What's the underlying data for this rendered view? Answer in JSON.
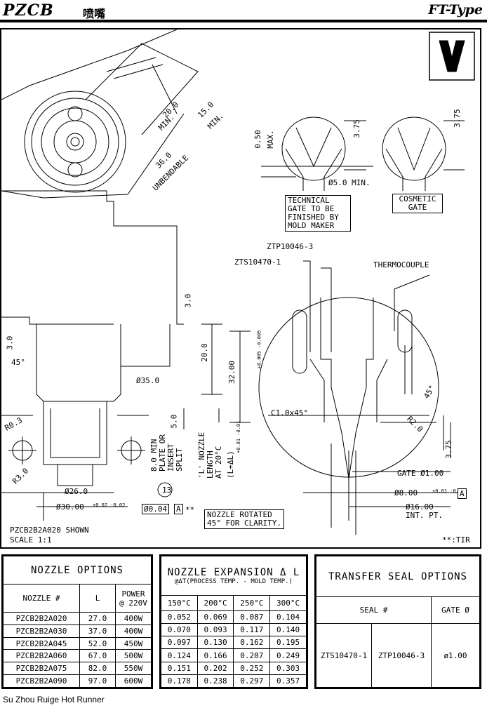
{
  "header": {
    "brand": "PZCB",
    "brand_cn": "喷嘴",
    "type": "FT-Type"
  },
  "drawing": {
    "dims": {
      "d20": "20.0",
      "min1": "MIN.",
      "d15": "15.0",
      "min2": "MIN.",
      "d36": "36.0",
      "unbend": "UNBENDABLE",
      "d050": "0.50",
      "max": "MAX.",
      "d375a": "3.75",
      "d375b": "3.75",
      "phi5": "Ø5.0 MIN.",
      "d30": "3.0",
      "d3a": "3.0",
      "a45": "45°",
      "d200": "20.0",
      "d3200": "32.00",
      "tol3200": "+0.005 -0.005",
      "phi35": "Ø35.0",
      "r03": "R0.3",
      "d50": "5.0",
      "r30": "R3.0",
      "phi26": "Ø26.0",
      "phi30": "Ø30.00",
      "tol30": "+0.02 -0.02",
      "tir": "Ø0.04",
      "tir_ref": "A",
      "tir_mark": "**",
      "c10": "C1.0x45°",
      "a45b": "45°",
      "r20": "R2.0",
      "d375c": "3.75",
      "gate1": "GATE Ø1.00",
      "phi8": "Ø8.00",
      "tol8": "+0.01 -0.00",
      "ref_a": "A",
      "phi16": "Ø16.00",
      "intpt": "INT. PT.",
      "lplus": "(L+ΔL)",
      "tol_l": "+0.01 -0.01",
      "circ13": "13"
    },
    "labels": {
      "technical": [
        "TECHNICAL",
        "GATE TO BE",
        "FINISHED BY",
        "MOLD MAKER"
      ],
      "cosmetic": [
        "COSMETIC",
        "GATE"
      ],
      "ztp": "ZTP10046-3",
      "zts": "ZTS10470-1",
      "thermo": "THERMOCOUPLE",
      "minplate": [
        "8.0 MIN",
        "PLATE OR",
        "INSERT",
        "SPLIT"
      ],
      "lnozzle": [
        "'L' NOZZLE",
        "LENGTH",
        "AT 20°C"
      ],
      "rotated": [
        "NOZZLE ROTATED",
        "45° FOR CLARITY."
      ],
      "shown": "PZCB2B2A020  SHOWN",
      "scale": "SCALE  1:1",
      "tir_note": "**:TIR"
    }
  },
  "nozzle_options": {
    "title": "NOZZLE OPTIONS",
    "headers": [
      "NOZZLE #",
      "L",
      "POWER",
      "@ 220V"
    ],
    "rows": [
      [
        "PZCB2B2A020",
        "27.0",
        "400W"
      ],
      [
        "PZCB2B2A030",
        "37.0",
        "400W"
      ],
      [
        "PZCB2B2A045",
        "52.0",
        "450W"
      ],
      [
        "PZCB2B2A060",
        "67.0",
        "500W"
      ],
      [
        "PZCB2B2A075",
        "82.0",
        "550W"
      ],
      [
        "PZCB2B2A090",
        "97.0",
        "600W"
      ]
    ]
  },
  "expansion": {
    "title": "NOZZLE EXPANSION Δ L",
    "subtitle": "@ΔT(PROCESS TEMP. - MOLD TEMP.)",
    "headers": [
      "150°C",
      "200°C",
      "250°C",
      "300°C"
    ],
    "rows": [
      [
        "0.052",
        "0.069",
        "0.087",
        "0.104"
      ],
      [
        "0.070",
        "0.093",
        "0.117",
        "0.140"
      ],
      [
        "0.097",
        "0.130",
        "0.162",
        "0.195"
      ],
      [
        "0.124",
        "0.166",
        "0.207",
        "0.249"
      ],
      [
        "0.151",
        "0.202",
        "0.252",
        "0.303"
      ],
      [
        "0.178",
        "0.238",
        "0.297",
        "0.357"
      ]
    ]
  },
  "transfer": {
    "title": "TRANSFER SEAL OPTIONS",
    "seal_header": "SEAL #",
    "gate_header": "GATE Ø",
    "seal1": "ZTS10470-1",
    "seal2": "ZTP10046-3",
    "gate": "ø1.00"
  },
  "footer": "Su Zhou Ruige Hot Runner"
}
